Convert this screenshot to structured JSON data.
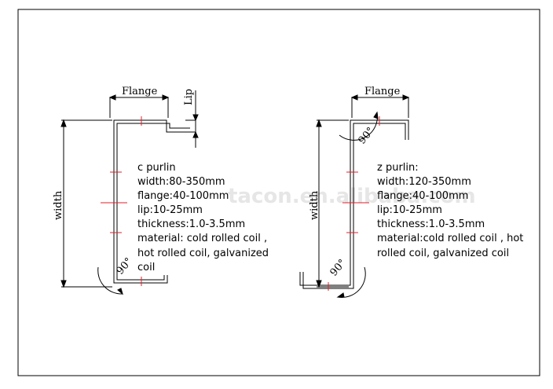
{
  "c_purlin": {
    "flange_label": "Flange",
    "lip_label": "Lip",
    "width_label": "width",
    "angle_label": "90°",
    "specs": [
      "c purlin",
      "width:80-350mm",
      "flange:40-100mm",
      "lip:10-25mm",
      "thickness:1.0-3.5mm",
      "material: cold rolled coil ,",
      "hot rolled coil, galvanized",
      "coil"
    ]
  },
  "z_purlin": {
    "flange_label": "Flange",
    "width_label": "width",
    "angle_top_label": "90°",
    "angle_bottom_label": "90°",
    "specs": [
      "z purlin:",
      "width:120-350mm",
      "flange:40-100mm",
      "lip:10-25mm",
      "thickness:1.0-3.5mm",
      "material:cold rolled coil , hot",
      "rolled coil, galvanized coil"
    ]
  },
  "watermark": "tacon.en.alibaba.com",
  "colors": {
    "line": "#000000",
    "centerline": "#e0202a",
    "watermark": "#e6e6e6"
  }
}
